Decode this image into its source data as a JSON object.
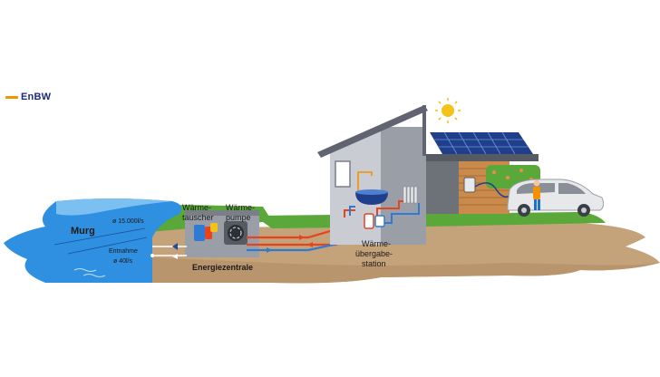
{
  "brand": {
    "name": "EnBW",
    "accent_color": "#f39100",
    "text_color": "#1e2a78"
  },
  "labels": {
    "river": "Murg",
    "flow_total": "ø 15.000l/s",
    "withdrawal_title": "Entnahme",
    "withdrawal_value": "ø 40l/s",
    "heat_exchanger_line1": "Wärme-",
    "heat_exchanger_line2": "tauscher",
    "heat_pump_line1": "Wärme-",
    "heat_pump_line2": "pumpe",
    "energy_center": "Energiezentrale",
    "transfer_line1": "Wärme-",
    "transfer_line2": "übergabe-",
    "transfer_line3": "station"
  },
  "colors": {
    "water": "#2f8fe0",
    "water_light": "#7cc0f2",
    "ground": "#c4a27a",
    "ground_dark": "#ad8b63",
    "grass": "#5aa83a",
    "hot_pipe": "#e8431c",
    "cold_pipe": "#2e7bd6",
    "house_wall": "#9a9ea6",
    "roof": "#5f6470",
    "solar_panel": "#1f3f8a",
    "sun": "#f5c21a"
  },
  "icons": [
    "sun-icon",
    "solar-panel-icon",
    "bathtub-icon",
    "shower-icon",
    "radiator-icon",
    "heat-exchanger-icon",
    "heat-pump-icon",
    "wallbox-icon",
    "car-icon",
    "person-icon"
  ]
}
